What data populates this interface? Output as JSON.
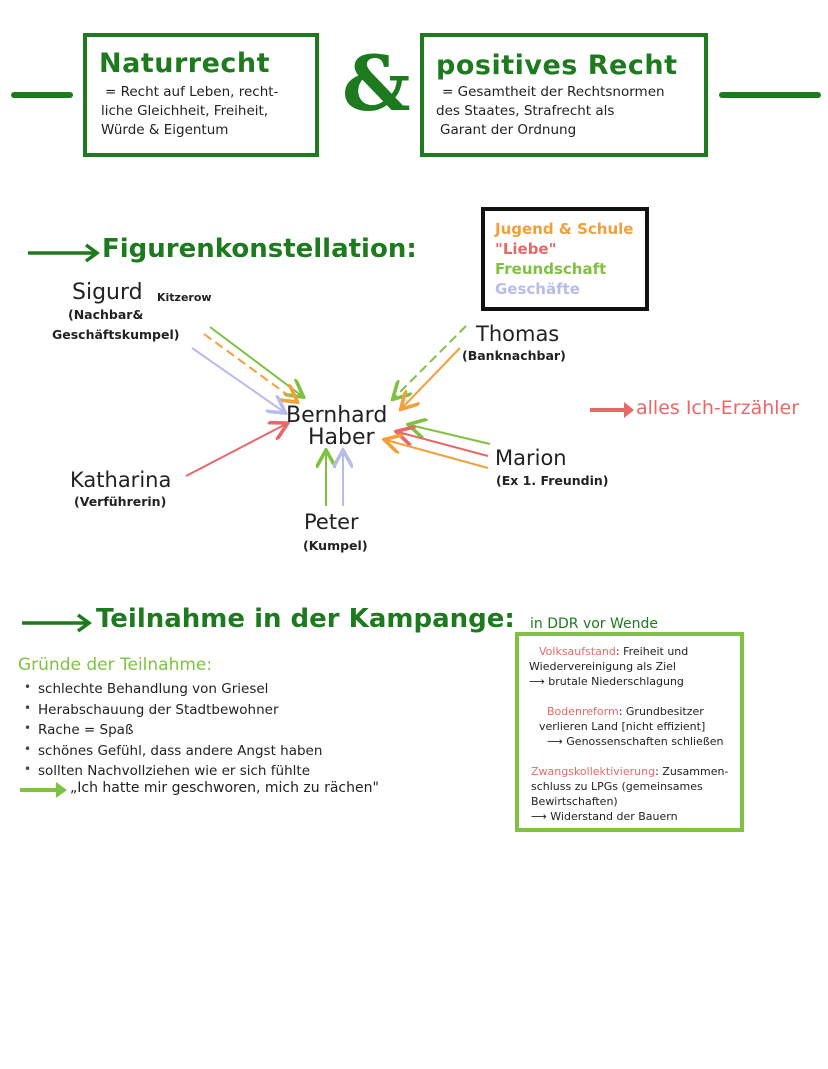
{
  "colors": {
    "dark_green": "#1e7a1e",
    "light_green": "#7fc241",
    "orange": "#f2a03c",
    "red": "#e86868",
    "lavender": "#b8bce8"
  },
  "top": {
    "naturrecht": {
      "title": "Naturrecht",
      "lines": [
        "= Recht auf Leben, recht-",
        "liche Gleichheit, Freiheit,",
        "Würde & Eigentum"
      ]
    },
    "ampersand": "&",
    "positives": {
      "title": "positives Recht",
      "lines": [
        "= Gesamtheit der Rechtsnormen",
        "des Staates, Strafrecht als",
        "Garant der Ordnung"
      ]
    }
  },
  "figuren": {
    "heading": "Figurenkonstellation:",
    "legend": [
      {
        "label": "Jugend & Schule",
        "color": "#f2a03c"
      },
      {
        "label": "\"Liebe\"",
        "color": "#e86868"
      },
      {
        "label": "Freundschaft",
        "color": "#7fc241"
      },
      {
        "label": "Geschäfte",
        "color": "#b8bce8"
      }
    ],
    "center": {
      "line1": "Bernhard",
      "line2": "Haber"
    },
    "sigurd": {
      "name": "Sigurd",
      "surname": "Kitzerow",
      "role1": "(Nachbar&",
      "role2": "Geschäftskumpel)"
    },
    "thomas": {
      "name": "Thomas",
      "role": "(Banknachbar)"
    },
    "katharina": {
      "name": "Katharina",
      "role": "(Verführerin)"
    },
    "marion": {
      "name": "Marion",
      "role": "(Ex 1. Freundin)"
    },
    "peter": {
      "name": "Peter",
      "role": "(Kumpel)"
    },
    "narrator_note": "alles Ich-Erzähler"
  },
  "teilnahme": {
    "heading": "Teilnahme in der Kampange:",
    "subheading": "Gründe der Teilnahme:",
    "reasons": [
      "schlechte Behandlung von Griesel",
      "Herabschauung der Stadtbewohner",
      "Rache = Spaß",
      "schönes Gefühl, dass andere Angst haben",
      "sollten Nachvollziehen wie er sich fühlte"
    ],
    "quote": "„Ich hatte mir geschworen, mich zu rächen\""
  },
  "ddr": {
    "title": "in DDR vor Wende",
    "sections": [
      {
        "term": "Volksaufstand",
        "text1": ": Freiheit und",
        "text2": "Wiedervereinigung als Ziel",
        "arrow_text": "brutale Niederschlagung"
      },
      {
        "term": "Bodenreform",
        "text1": ": Grundbesitzer",
        "text2": "verlieren Land [nicht effizient]",
        "arrow_text": "Genossenschaften schließen"
      },
      {
        "term": "Zwangskollektivierung",
        "text1": ": Zusammen-",
        "text2": "schluss zu LPGs (gemeinsames",
        "text3": "Bewirtschaften)",
        "arrow_text": "Widerstand der Bauern"
      }
    ]
  }
}
